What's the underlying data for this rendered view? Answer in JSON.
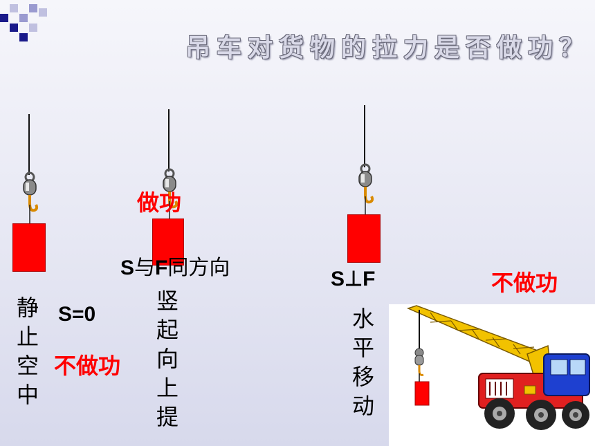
{
  "title": "吊车对货物的拉力是否做功？",
  "scenario_1": {
    "vertical_label": [
      "静",
      "止",
      "空",
      "中"
    ],
    "condition": "S=0",
    "verdict": "不做功"
  },
  "scenario_2": {
    "vertical_label": [
      "竖",
      "起",
      "向",
      "上",
      "提"
    ],
    "condition_s": "S",
    "condition_text": "与",
    "condition_f": "F",
    "condition_tail": "同方向",
    "verdict": "做功"
  },
  "scenario_3": {
    "vertical_label": [
      "水",
      "平",
      "移",
      "动"
    ],
    "condition": "S⊥F",
    "verdict": "不做功"
  },
  "colors": {
    "cargo": "#ff0000",
    "verdict": "#ff0000",
    "crane_body": "#e02020",
    "crane_boom": "#f2c200",
    "corner_accent": "#1a1a8a"
  }
}
